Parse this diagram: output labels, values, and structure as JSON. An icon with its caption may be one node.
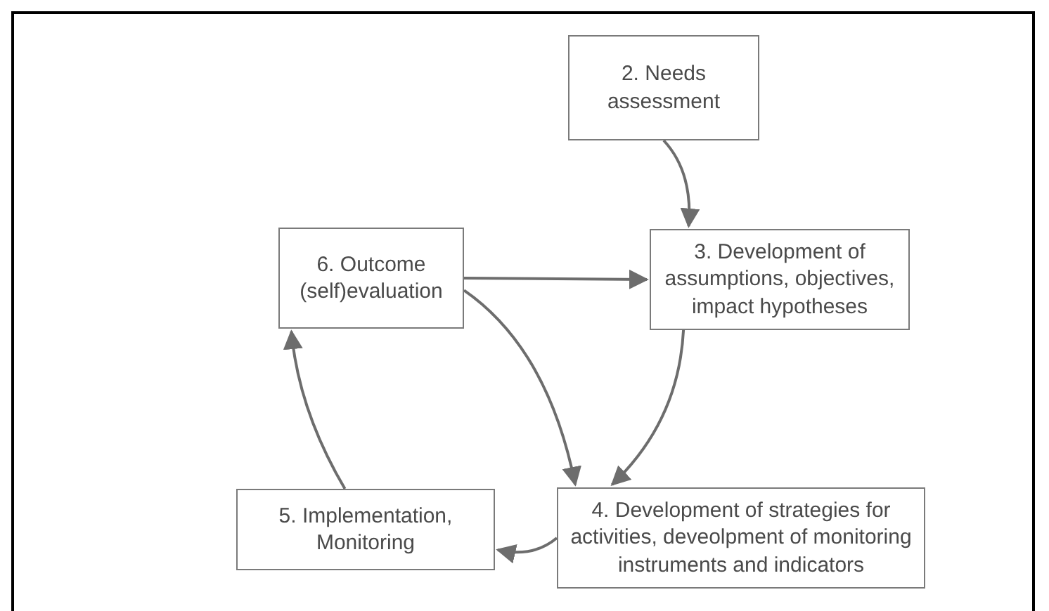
{
  "diagram": {
    "nodes": [
      {
        "text": [
          "2. Needs assessment"
        ]
      },
      {
        "text": [
          "3. Development of assumptions, objectives, impact hypotheses"
        ]
      },
      {
        "text": [
          "6. Outcome (self)evaluation"
        ]
      },
      {
        "text": [
          "5. Implementation, Monitoring"
        ]
      },
      {
        "text": [
          "4. Development of strategies for activities, deveolpment of monitoring instruments and indicators"
        ]
      }
    ],
    "edges": [
      {
        "from": 0,
        "to": 1,
        "arrow": "to"
      },
      {
        "from": 2,
        "to": 1,
        "arrow": "to"
      },
      {
        "from": 1,
        "to": 4,
        "arrow": "to"
      },
      {
        "from": 2,
        "to": 4,
        "arrow": "to"
      },
      {
        "from": 4,
        "to": 3,
        "arrow": "to"
      },
      {
        "from": 3,
        "to": 2,
        "arrow": "to"
      }
    ]
  }
}
